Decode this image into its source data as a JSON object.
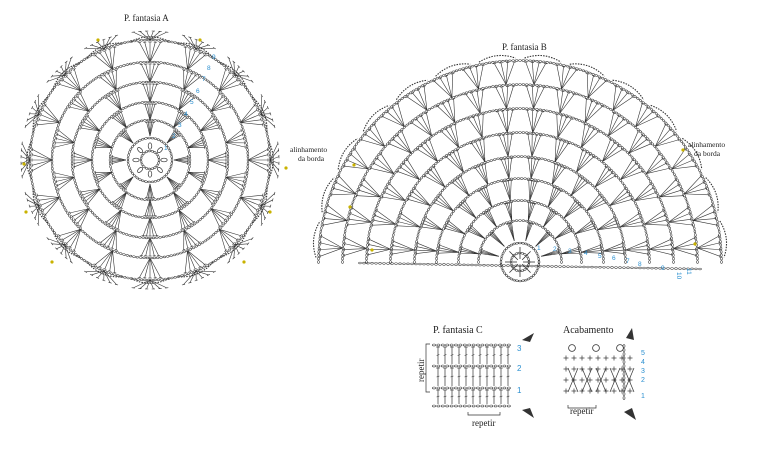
{
  "diagram_a": {
    "title": "P. fantasia A",
    "alignment_label_1": "alinhamento",
    "alignment_label_2": "da borda",
    "row_numbers": [
      "1",
      "2",
      "3",
      "4",
      "5",
      "6",
      "7",
      "8",
      "9"
    ]
  },
  "diagram_b": {
    "title": "P. fantasia B",
    "alignment_label_1": "alinhamento",
    "alignment_label_2": "da borda",
    "row_numbers": [
      "1",
      "2",
      "3",
      "4",
      "5",
      "6",
      "7",
      "8",
      "9",
      "10",
      "11"
    ]
  },
  "diagram_c": {
    "title": "P. fantasia C",
    "side_label": "repetir",
    "bottom_label": "repetir",
    "row_numbers": [
      "1",
      "2",
      "3"
    ]
  },
  "acabamento": {
    "title": "Acabamento",
    "bottom_label": "repetir",
    "row_numbers": [
      "1",
      "2",
      "3",
      "4",
      "5"
    ]
  },
  "colors": {
    "ink": "#333333",
    "row_number": "#2a8fd0",
    "marker": "#c9b200"
  }
}
